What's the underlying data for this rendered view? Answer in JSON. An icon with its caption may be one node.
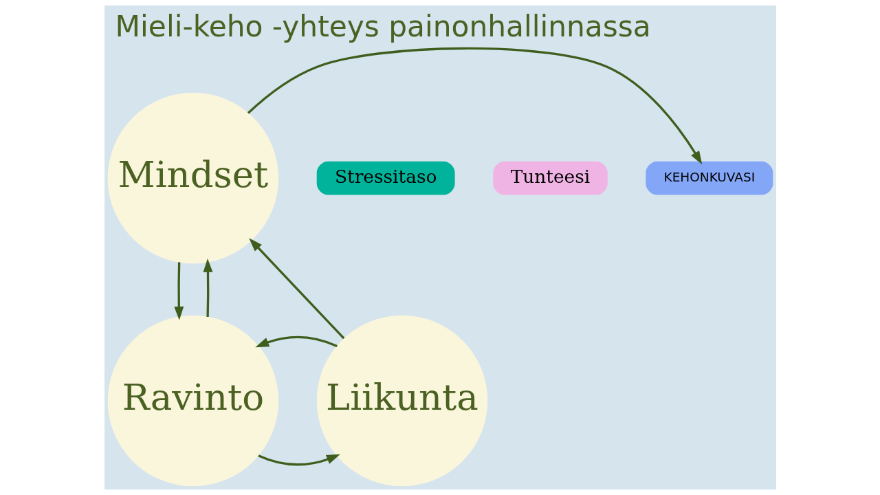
{
  "diagram": {
    "title": "Mieli-keho -yhteys painonhallinnassa",
    "nodes": [
      {
        "text": [
          "Mindset"
        ]
      },
      {
        "text": [
          "Ravinto"
        ]
      },
      {
        "text": [
          "Liikunta"
        ]
      },
      {
        "text": [
          "Stressitaso"
        ]
      },
      {
        "text": [
          "Tunteesi"
        ]
      },
      {
        "text": [
          "KEHONKUVASI"
        ]
      }
    ],
    "edges": [
      {
        "from": 1,
        "to": 0,
        "arrow": "to"
      },
      {
        "from": 0,
        "to": 1,
        "arrow": "to"
      },
      {
        "from": 1,
        "to": 2,
        "arrow": "to"
      },
      {
        "from": 2,
        "to": 1,
        "arrow": "to"
      },
      {
        "from": 2,
        "to": 0,
        "arrow": "to"
      },
      {
        "from": 0,
        "to": 5,
        "arrow": "to"
      }
    ]
  }
}
